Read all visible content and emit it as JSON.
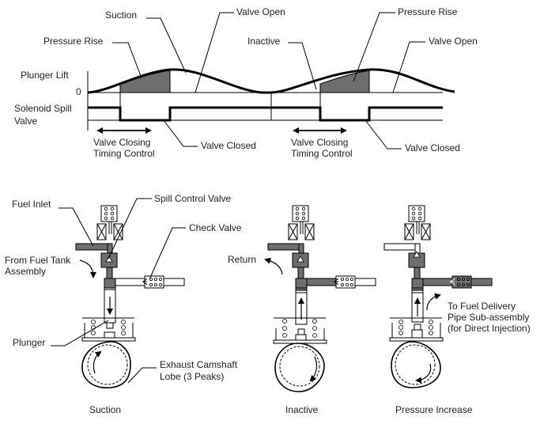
{
  "timing_chart": {
    "row_labels": {
      "plunger_lift": "Plunger Lift",
      "zero": "0",
      "solenoid_line1": "Solenoid Spill",
      "solenoid_line2": "Valve"
    },
    "callouts": {
      "suction": "Suction",
      "pressure_rise_1": "Pressure Rise",
      "valve_open_1": "Valve Open",
      "inactive": "Inactive",
      "pressure_rise_2": "Pressure Rise",
      "valve_open_2": "Valve Open",
      "valve_closed_1": "Valve Closed",
      "valve_closed_2": "Valve Closed"
    },
    "timing_control_1": {
      "line1": "Valve Closing",
      "line2": "Timing Control"
    },
    "timing_control_2": {
      "line1": "Valve Closing",
      "line2": "Timing Control"
    }
  },
  "pump_states": [
    {
      "caption": "Suction"
    },
    {
      "caption": "Inactive"
    },
    {
      "caption": "Pressure Increase"
    }
  ],
  "pump_callouts": {
    "fuel_inlet": "Fuel Inlet",
    "spill_control_valve": "Spill Control Valve",
    "check_valve": "Check Valve",
    "from_fuel_tank_line1": "From Fuel Tank",
    "from_fuel_tank_line2": "Assembly",
    "plunger": "Plunger",
    "camshaft_line1": "Exhaust Camshaft",
    "camshaft_line2": "Lobe (3 Peaks)",
    "return": "Return",
    "delivery_line1": "To Fuel Delivery",
    "delivery_line2": "Pipe Sub-assembly",
    "delivery_line3": "(for Direct Injection)"
  },
  "colors": {
    "fuel_fill": "#6e6e6e",
    "line": "#000000",
    "background": "#ffffff"
  }
}
